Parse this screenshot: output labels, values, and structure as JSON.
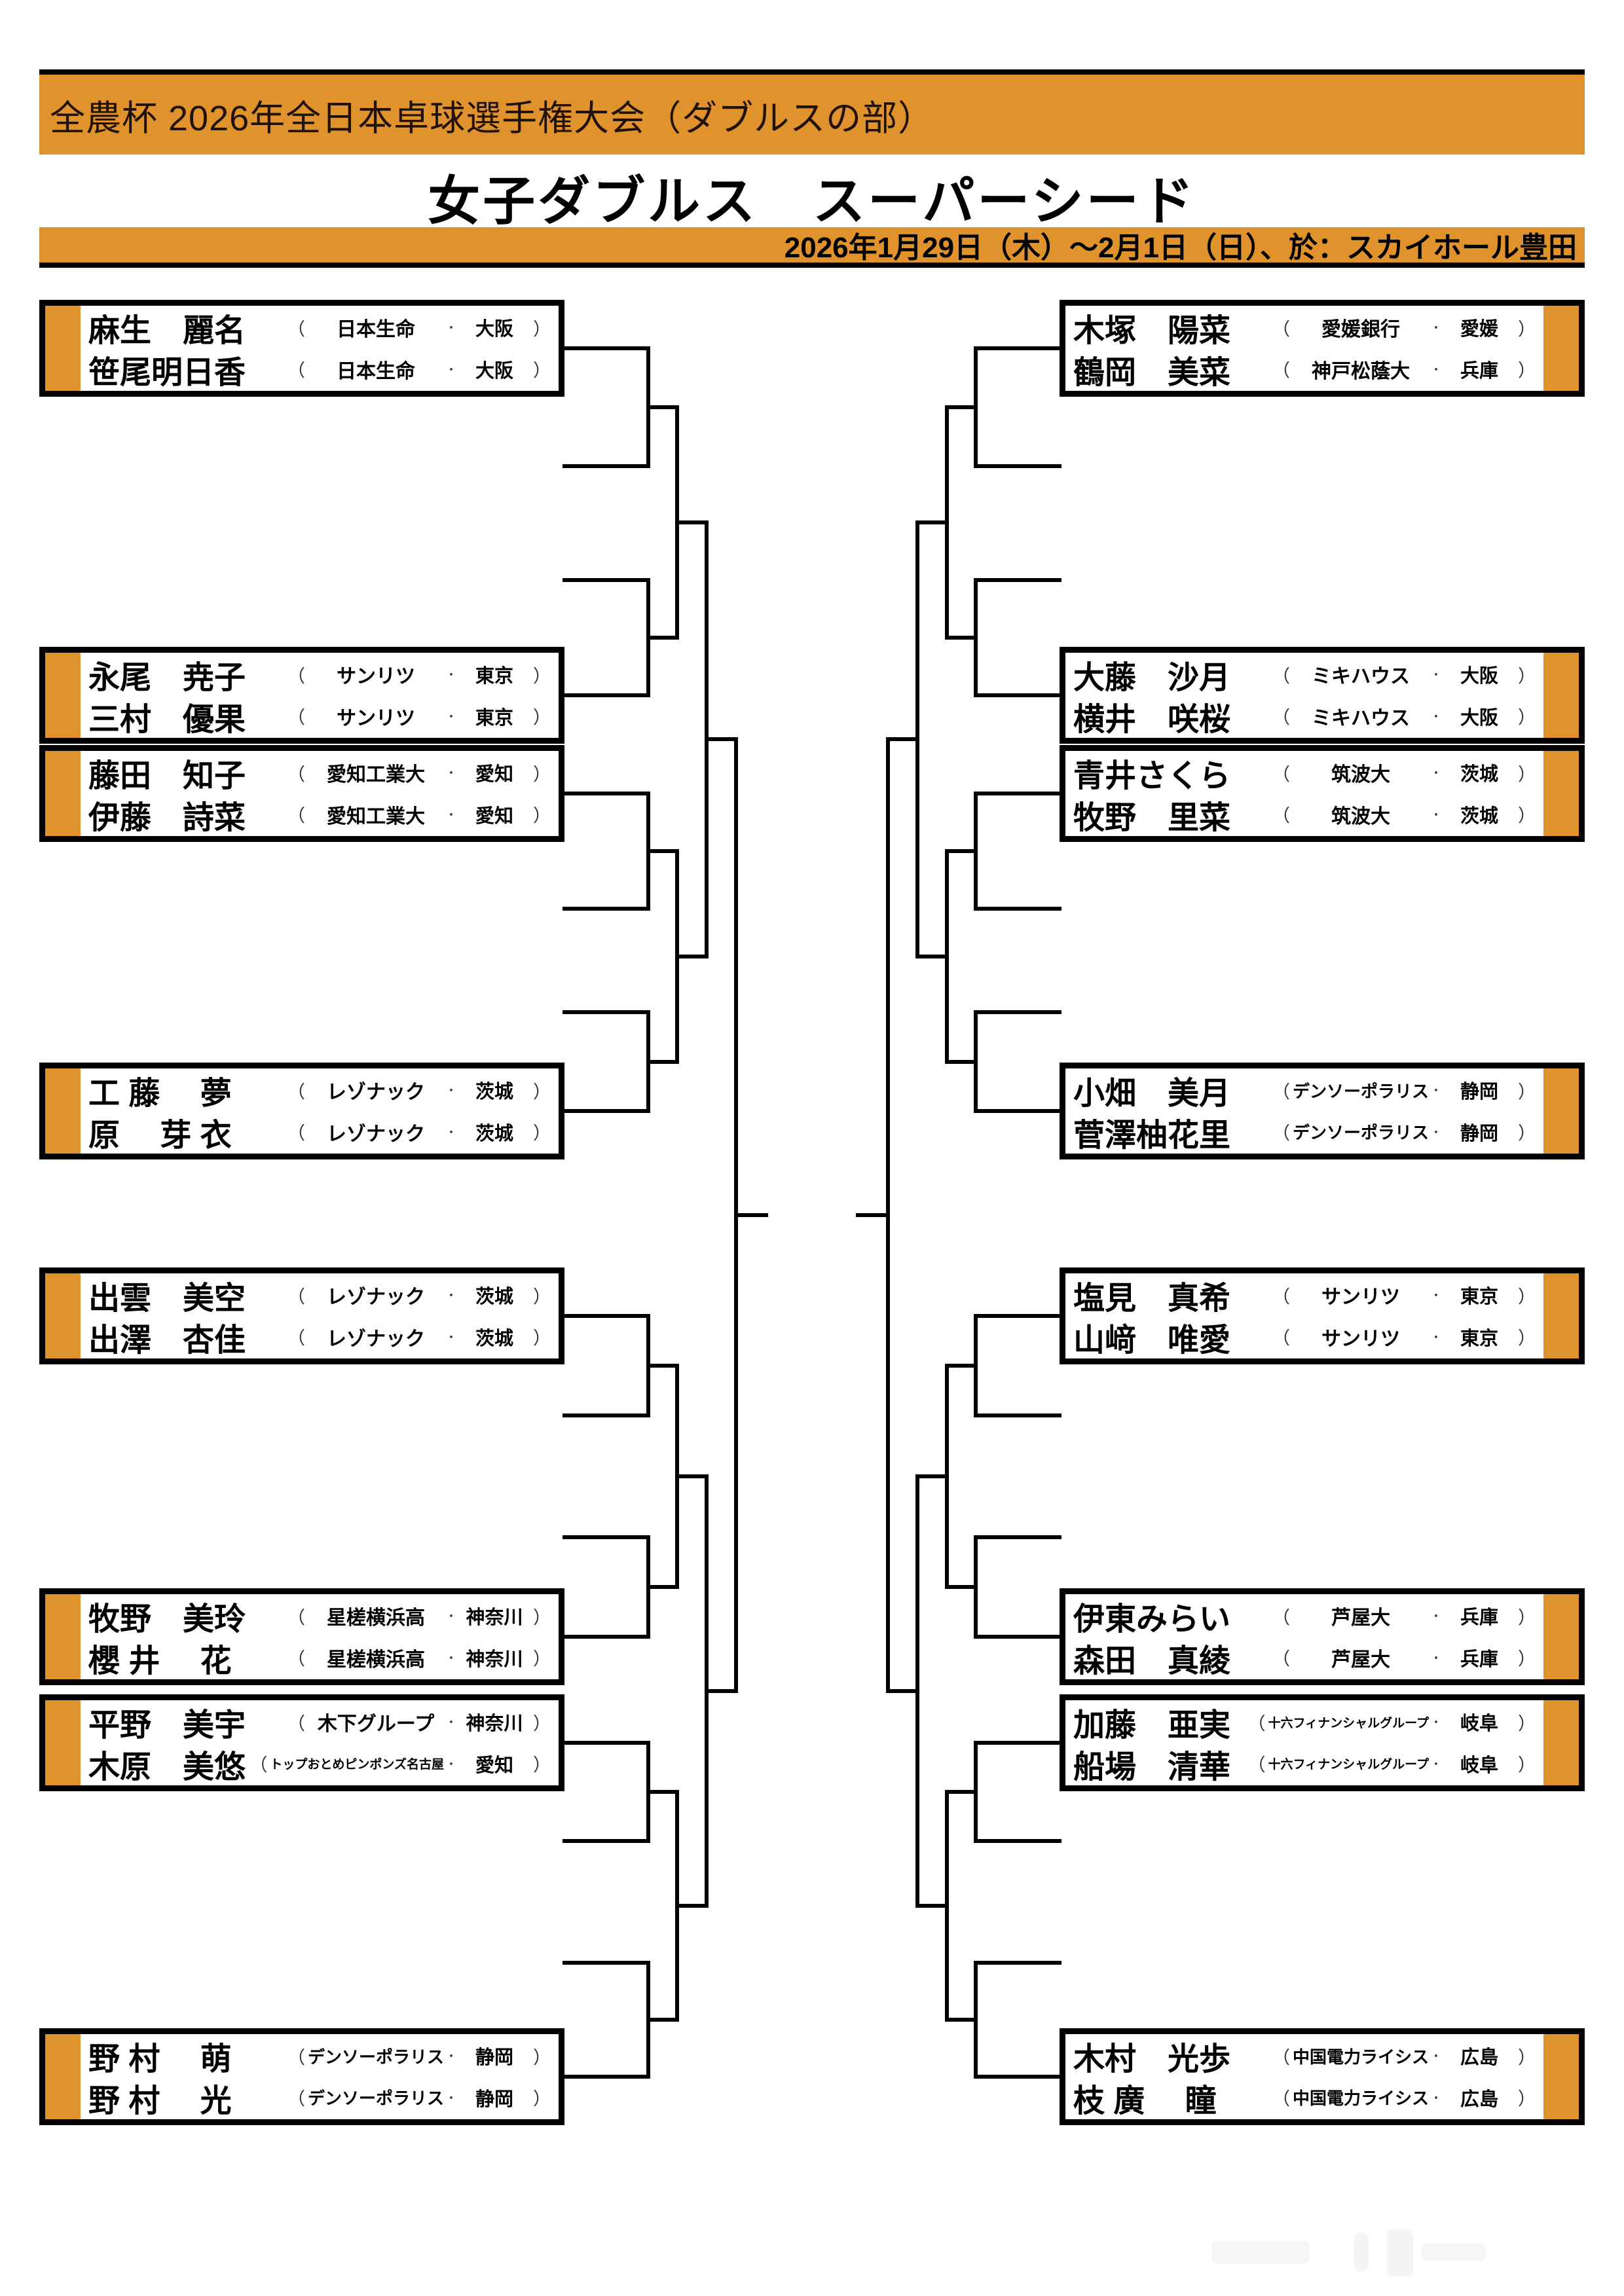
{
  "header": {
    "event_name": "全農杯 2026年全日本卓球選手権大会（ダブルスの部）",
    "page_title": "女子ダブルス　スーパーシード",
    "date_venue": "2026年1月29日（木）～2月1日（日）、於：スカイホール豊田"
  },
  "colors": {
    "accent_orange": "#E0922D",
    "line_black": "#000000"
  },
  "bracket": {
    "left_slots": [
      {
        "type": "team",
        "players": [
          {
            "name": "麻生　麗名",
            "affiliation": "日本生命",
            "prefecture": "大阪"
          },
          {
            "name": "笹尾明日香",
            "affiliation": "日本生命",
            "prefecture": "大阪"
          }
        ]
      },
      {
        "type": "qualifier"
      },
      {
        "type": "qualifier"
      },
      {
        "type": "team",
        "players": [
          {
            "name": "永尾　尭子",
            "affiliation": "サンリツ",
            "prefecture": "東京"
          },
          {
            "name": "三村　優果",
            "affiliation": "サンリツ",
            "prefecture": "東京"
          }
        ]
      },
      {
        "type": "team",
        "players": [
          {
            "name": "藤田　知子",
            "affiliation": "愛知工業大",
            "prefecture": "愛知"
          },
          {
            "name": "伊藤　詩菜",
            "affiliation": "愛知工業大",
            "prefecture": "愛知"
          }
        ]
      },
      {
        "type": "qualifier"
      },
      {
        "type": "qualifier"
      },
      {
        "type": "team",
        "players": [
          {
            "name": "工 藤　 夢",
            "affiliation": "レゾナック",
            "prefecture": "茨城"
          },
          {
            "name": "原　 芽 衣",
            "affiliation": "レゾナック",
            "prefecture": "茨城"
          }
        ]
      },
      {
        "type": "team",
        "players": [
          {
            "name": "出雲　美空",
            "affiliation": "レゾナック",
            "prefecture": "茨城"
          },
          {
            "name": "出澤　杏佳",
            "affiliation": "レゾナック",
            "prefecture": "茨城"
          }
        ]
      },
      {
        "type": "qualifier"
      },
      {
        "type": "qualifier"
      },
      {
        "type": "team",
        "players": [
          {
            "name": "牧野　美玲",
            "affiliation": "星槎横浜高",
            "prefecture": "神奈川"
          },
          {
            "name": "櫻 井　 花",
            "affiliation": "星槎横浜高",
            "prefecture": "神奈川"
          }
        ]
      },
      {
        "type": "team",
        "players": [
          {
            "name": "平野　美宇",
            "affiliation": "木下グループ",
            "prefecture": "神奈川"
          },
          {
            "name": "木原　美悠",
            "affiliation": "トップおとめピンポンズ名古屋",
            "prefecture": "愛知"
          }
        ]
      },
      {
        "type": "qualifier"
      },
      {
        "type": "qualifier"
      },
      {
        "type": "team",
        "players": [
          {
            "name": "野 村　 萌",
            "affiliation": "デンソーポラリス",
            "prefecture": "静岡"
          },
          {
            "name": "野 村　 光",
            "affiliation": "デンソーポラリス",
            "prefecture": "静岡"
          }
        ]
      }
    ],
    "right_slots": [
      {
        "type": "team",
        "players": [
          {
            "name": "木塚　陽菜",
            "affiliation": "愛媛銀行",
            "prefecture": "愛媛"
          },
          {
            "name": "鶴岡　美菜",
            "affiliation": "神戸松蔭大",
            "prefecture": "兵庫"
          }
        ]
      },
      {
        "type": "qualifier"
      },
      {
        "type": "qualifier"
      },
      {
        "type": "team",
        "players": [
          {
            "name": "大藤　沙月",
            "affiliation": "ミキハウス",
            "prefecture": "大阪"
          },
          {
            "name": "横井　咲桜",
            "affiliation": "ミキハウス",
            "prefecture": "大阪"
          }
        ]
      },
      {
        "type": "team",
        "players": [
          {
            "name": "青井さくら",
            "affiliation": "筑波大",
            "prefecture": "茨城"
          },
          {
            "name": "牧野　里菜",
            "affiliation": "筑波大",
            "prefecture": "茨城"
          }
        ]
      },
      {
        "type": "qualifier"
      },
      {
        "type": "qualifier"
      },
      {
        "type": "team",
        "players": [
          {
            "name": "小畑　美月",
            "affiliation": "デンソーポラリス",
            "prefecture": "静岡"
          },
          {
            "name": "菅澤柚花里",
            "affiliation": "デンソーポラリス",
            "prefecture": "静岡"
          }
        ]
      },
      {
        "type": "team",
        "players": [
          {
            "name": "塩見　真希",
            "affiliation": "サンリツ",
            "prefecture": "東京"
          },
          {
            "name": "山﨑　唯愛",
            "affiliation": "サンリツ",
            "prefecture": "東京"
          }
        ]
      },
      {
        "type": "qualifier"
      },
      {
        "type": "qualifier"
      },
      {
        "type": "team",
        "players": [
          {
            "name": "伊東みらい",
            "affiliation": "芦屋大",
            "prefecture": "兵庫"
          },
          {
            "name": "森田　真綾",
            "affiliation": "芦屋大",
            "prefecture": "兵庫"
          }
        ]
      },
      {
        "type": "team",
        "players": [
          {
            "name": "加藤　亜実",
            "affiliation": "十六フィナンシャルグループ",
            "prefecture": "岐阜"
          },
          {
            "name": "船場　清華",
            "affiliation": "十六フィナンシャルグループ",
            "prefecture": "岐阜"
          }
        ]
      },
      {
        "type": "qualifier"
      },
      {
        "type": "qualifier"
      },
      {
        "type": "team",
        "players": [
          {
            "name": "木村　光歩",
            "affiliation": "中国電力ライシス",
            "prefecture": "広島"
          },
          {
            "name": "枝 廣　 瞳",
            "affiliation": "中国電力ライシス",
            "prefecture": "広島"
          }
        ]
      }
    ]
  }
}
